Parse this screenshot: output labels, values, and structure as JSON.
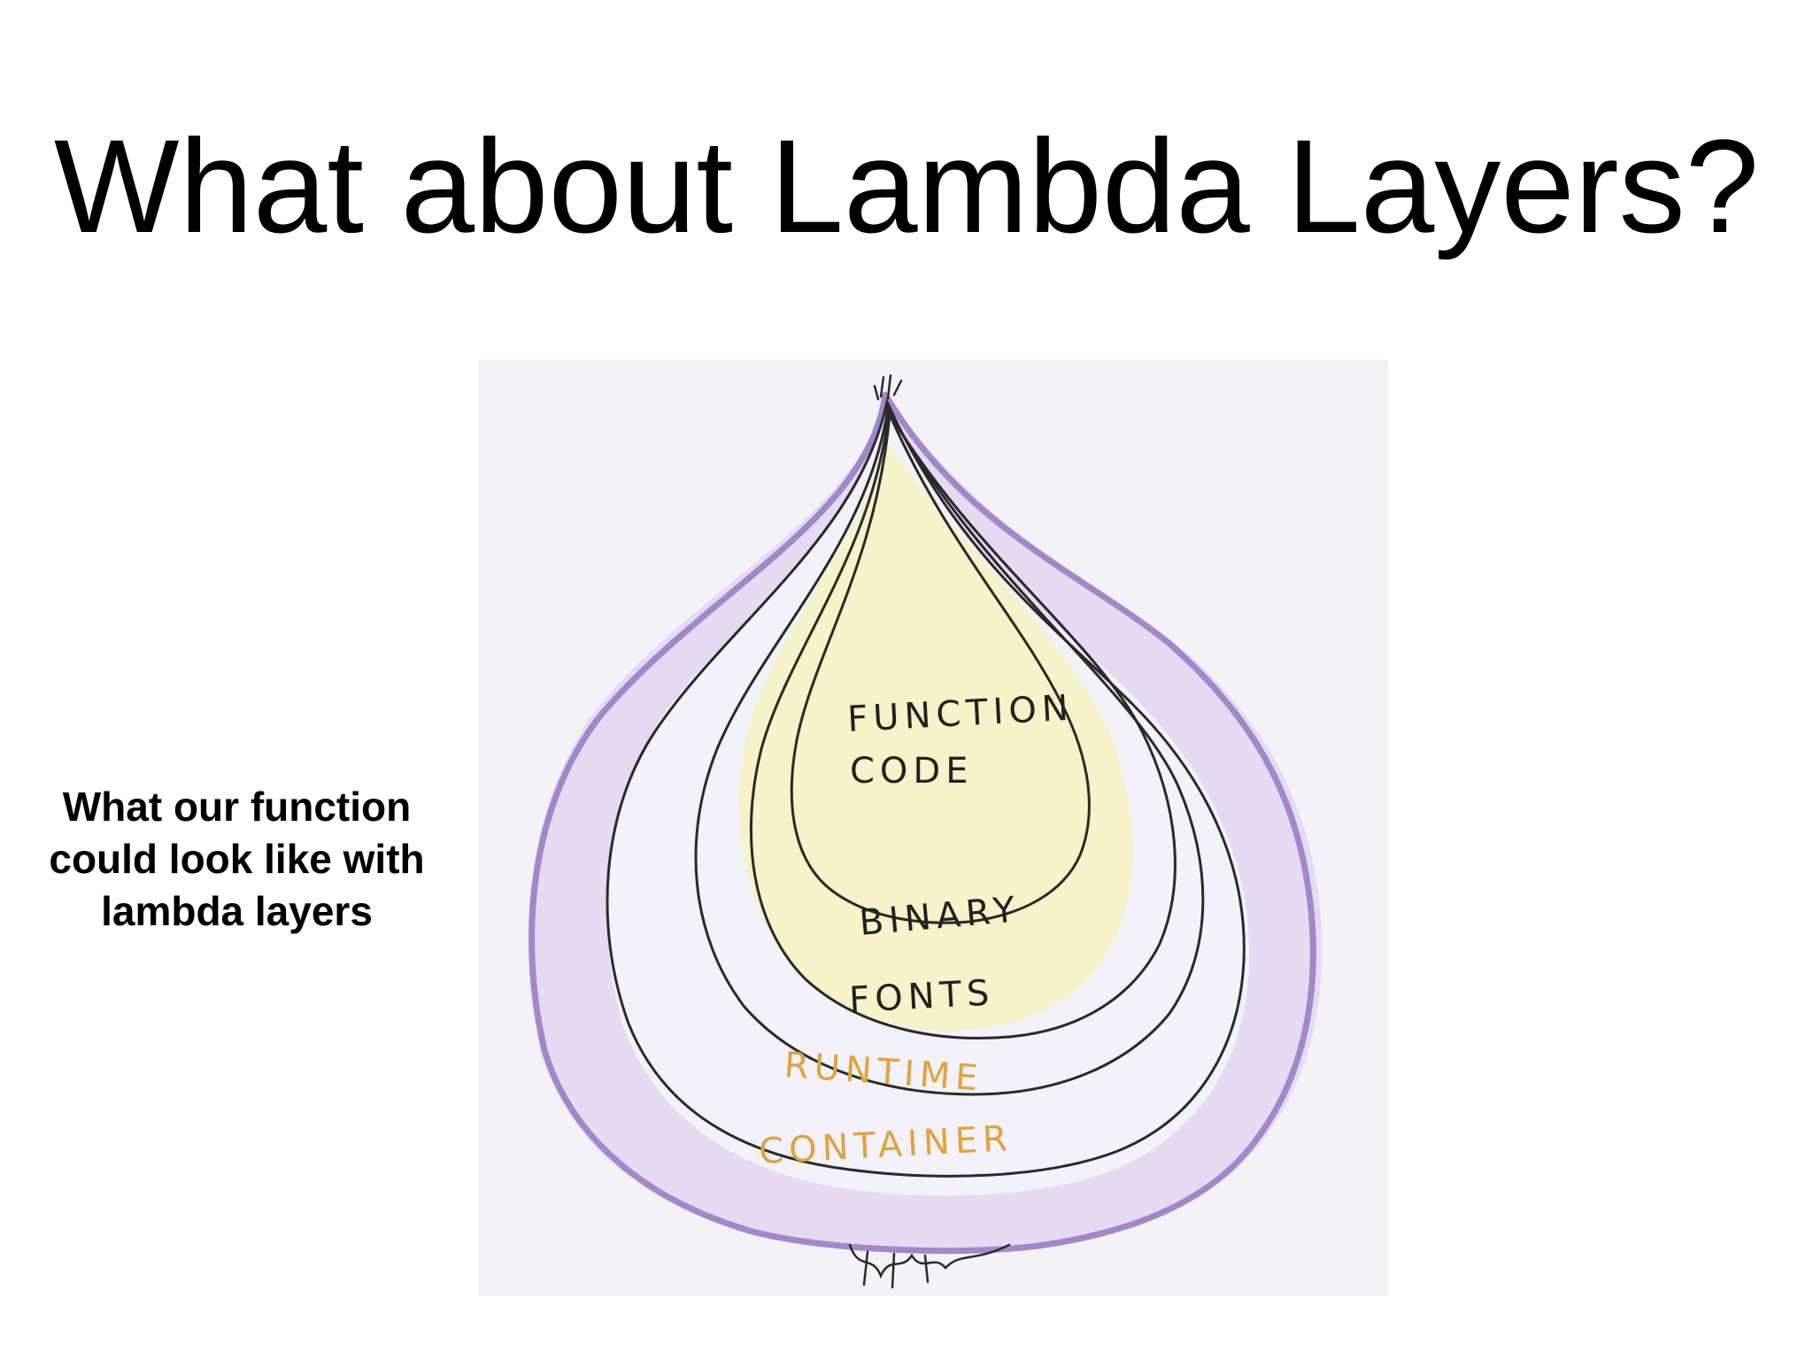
{
  "slide": {
    "title": "What about Lambda Layers?"
  },
  "caption": {
    "lines": [
      "What our function",
      "could look like with",
      "lambda layers"
    ]
  },
  "diagram": {
    "labels": {
      "function_line1": "FUNCTION",
      "function_line2": "CODE",
      "binary": "BINARY",
      "fonts": "FONTS",
      "runtime": "RUNTIME",
      "container": "CONTAINER"
    },
    "colors": {
      "paper": "#f3f2f7",
      "outer_wash": "#d9c6ee",
      "outer_stroke": "#a487c9",
      "inner_wash": "#f7f2b8",
      "ink": "#2a2a2a",
      "dark_label": "#222222",
      "orange_label": "#e0a43c"
    }
  }
}
